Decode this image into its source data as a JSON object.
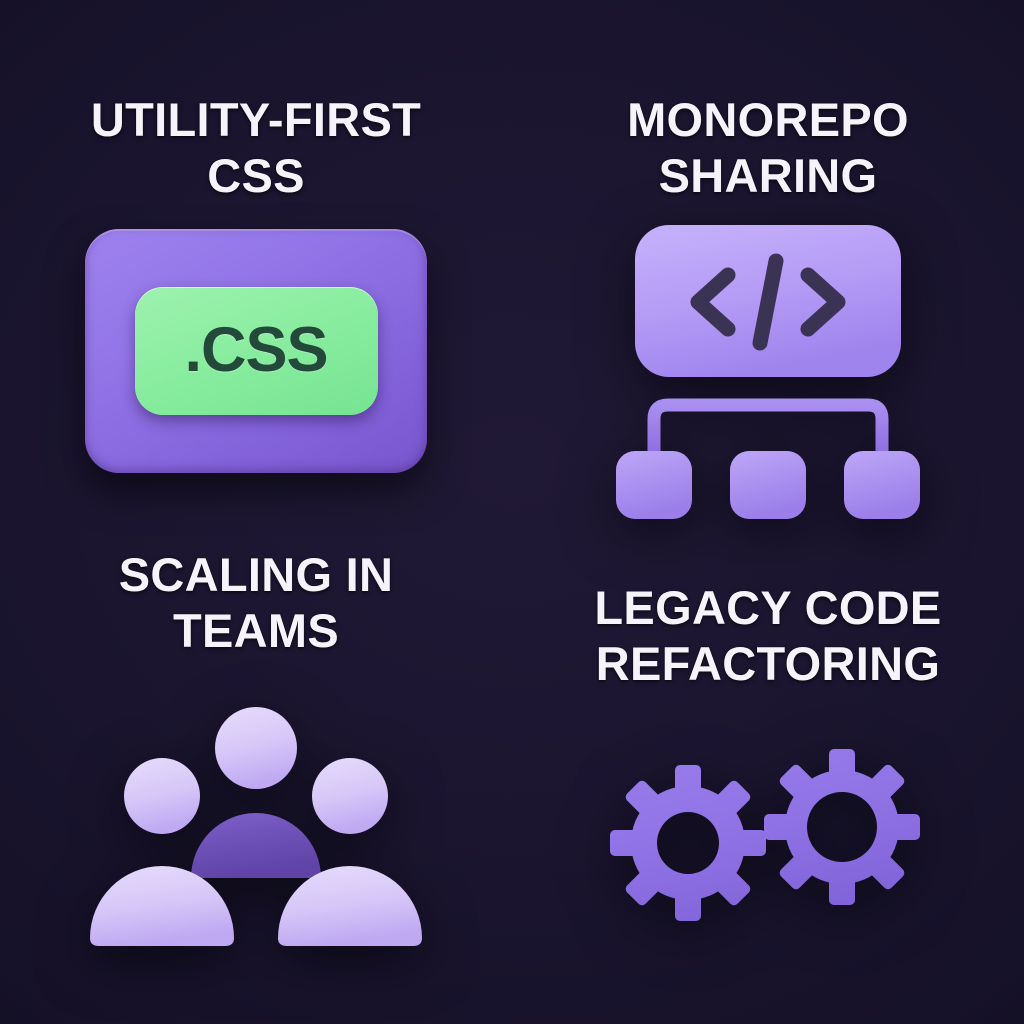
{
  "poster": {
    "background_color": "#1b1530",
    "title_color": "#f7f3fa",
    "accent_purple": "#8f72e4",
    "accent_light_purple": "#b9a1f2",
    "accent_deep_purple": "#6d4fb8",
    "accent_green": "#8aeda0",
    "accent_green_text": "#23493a",
    "code_glyph_color": "#3a3354"
  },
  "cards": [
    {
      "id": "utility-first-css",
      "title": "UTILITY-FIRST\nCSS",
      "icon_name": "css-file-badge-icon",
      "chip_label": ".CSS"
    },
    {
      "id": "monorepo-sharing",
      "title": "MONOREPO\nSHARING",
      "icon_name": "code-tree-sharing-icon",
      "glyph": "</>"
    },
    {
      "id": "scaling-in-teams",
      "title": "SCALING IN\nTEAMS",
      "icon_name": "team-people-icon"
    },
    {
      "id": "legacy-code-refactoring",
      "title": "LEGACY CODE\nREFACTORING",
      "icon_name": "gears-icon"
    }
  ]
}
